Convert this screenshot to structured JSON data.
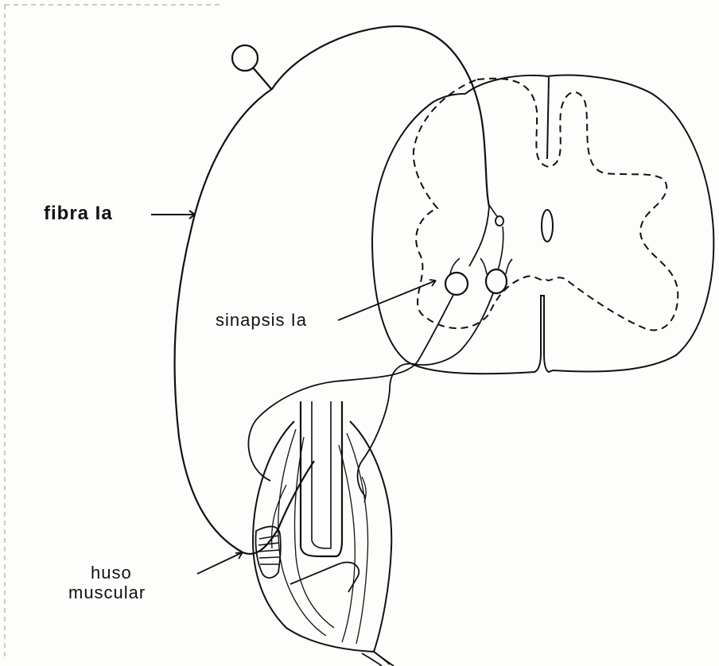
{
  "diagram": {
    "labels": {
      "fibra_ia": "fibra  Ia",
      "sinapsis_ia": "sinapsis  Ia",
      "huso_line1": "huso",
      "huso_line2": "muscular"
    },
    "colors": {
      "ink": "#111111",
      "paper": "#fdfdfb"
    }
  }
}
